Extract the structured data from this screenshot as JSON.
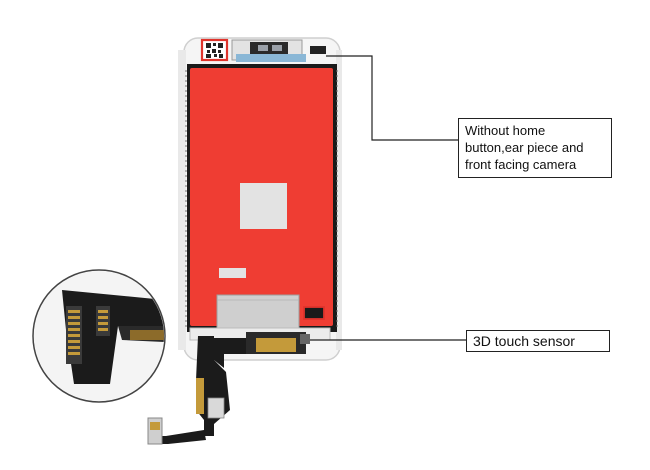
{
  "callouts": {
    "top": {
      "lines": [
        "Without home",
        "button,ear piece and",
        "front facing camera"
      ]
    },
    "bottom": {
      "text": "3D touch sensor"
    }
  },
  "colors": {
    "protective_film": "#ef3d33",
    "frame": "#f4f4f4",
    "flex_cable": "#1b1b1b",
    "connector_gold": "#c49a3a"
  },
  "icons": [
    "qr-sticker-icon",
    "zoom-magnifier-icon"
  ]
}
